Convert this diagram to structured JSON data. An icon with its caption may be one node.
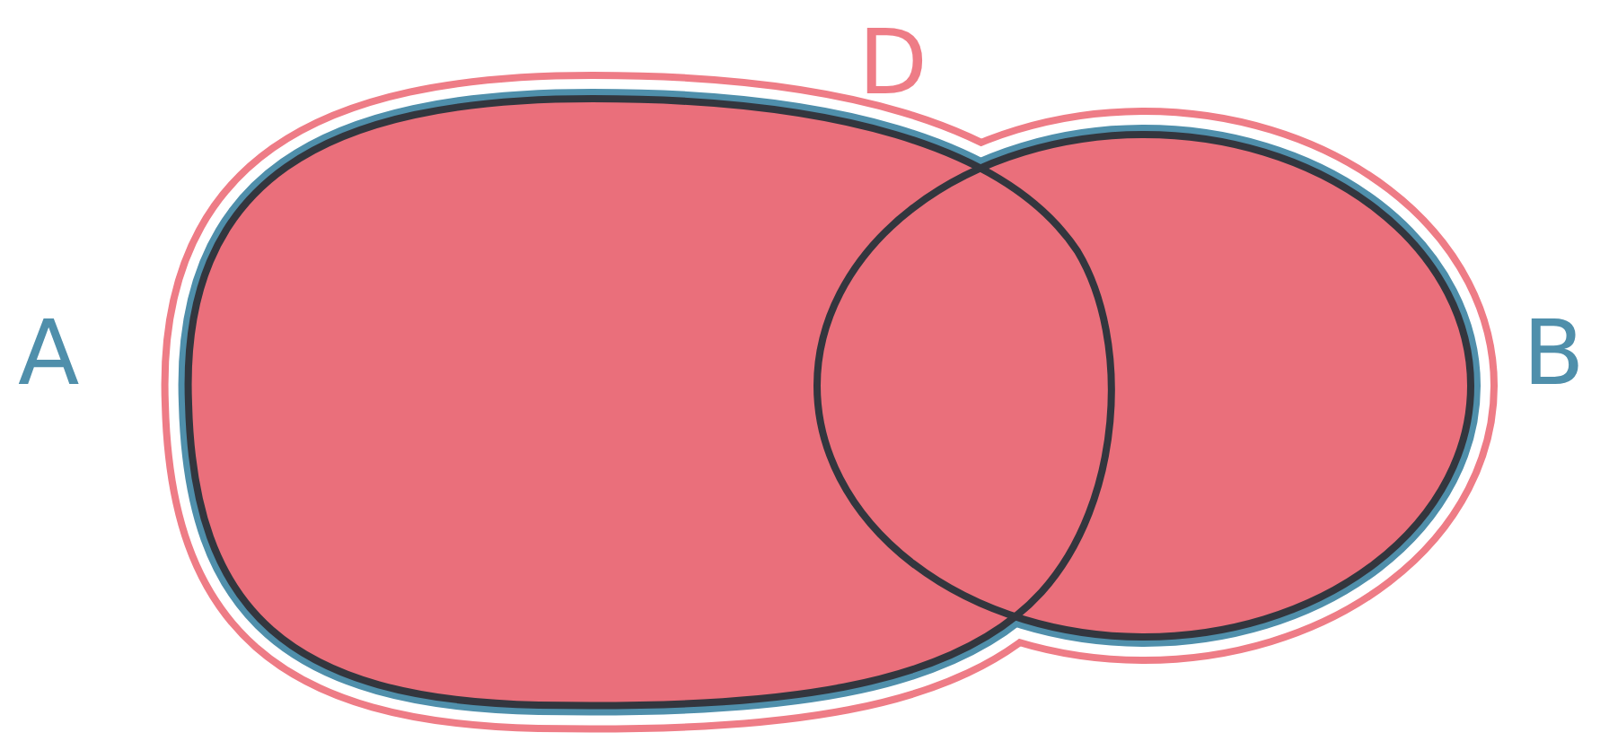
{
  "diagram": {
    "labels": [
      "D",
      "A",
      "B"
    ]
  }
}
